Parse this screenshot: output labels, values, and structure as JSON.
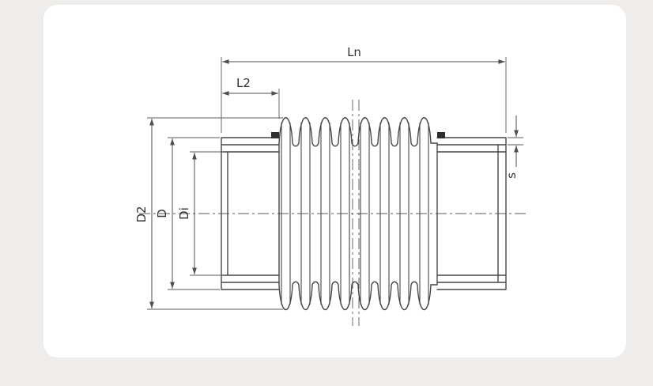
{
  "drawing": {
    "type": "technical-drawing-bellows-expansion-joint",
    "labels": {
      "length_total": "Ln",
      "length_collar": "L2",
      "outer_diameter": "D2",
      "collar_diameter": "D",
      "inner_diameter": "Di",
      "wall_thickness": "s"
    },
    "colors": {
      "page_background": "#efedeb",
      "canvas_background": "#ffffff",
      "line": "#474747",
      "dimension_line": "#4e4e4e",
      "text": "#333333"
    }
  }
}
